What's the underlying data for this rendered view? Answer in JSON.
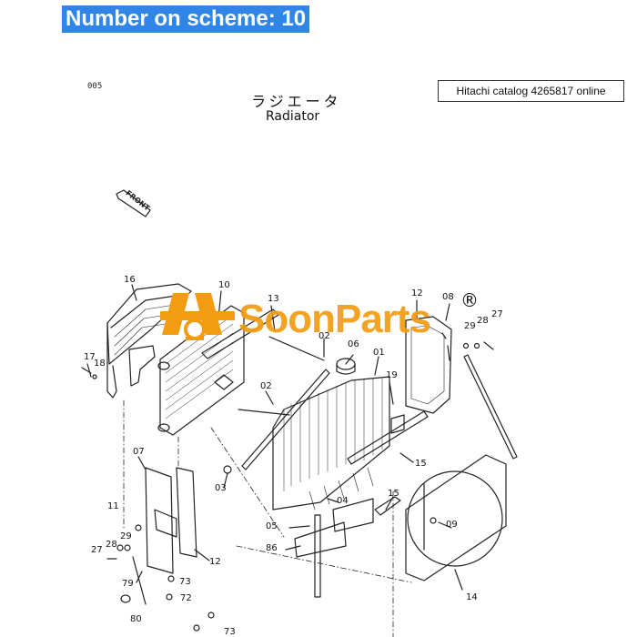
{
  "header": {
    "scheme_label": "Number on scheme: 10"
  },
  "diagram": {
    "page_code": "005",
    "title_jp": "ラジエータ",
    "title_en": "Radiator",
    "catalog_note": "Hitachi catalog 4265817 online",
    "front_label": "FRONT",
    "callouts": [
      "16",
      "10",
      "13",
      "02",
      "06",
      "01",
      "19",
      "12",
      "08",
      "29",
      "28",
      "27",
      "17",
      "18",
      "02",
      "15",
      "07",
      "03",
      "04",
      "11",
      "05",
      "15",
      "29",
      "28",
      "27",
      "86",
      "09",
      "12",
      "79",
      "73",
      "72",
      "80",
      "14",
      "73"
    ]
  },
  "watermark": {
    "brand": "SoonParts",
    "reg_mark": "®"
  }
}
